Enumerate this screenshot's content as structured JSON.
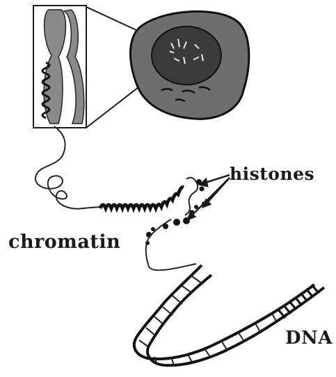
{
  "labels": {
    "histones": "histones",
    "chromatin": "chromatin",
    "dna": "DNA"
  },
  "colors": {
    "ink": "#1a1a1a",
    "cell_fill": "#6e6e6e",
    "nucleus_fill": "#3a3a3a",
    "chromosome_fill": "#8a8a8a"
  },
  "icons": {
    "cell": "cell-icon",
    "chromosome": "chromosome-icon",
    "histone": "histone-icon",
    "dna": "dna-helix-icon"
  }
}
